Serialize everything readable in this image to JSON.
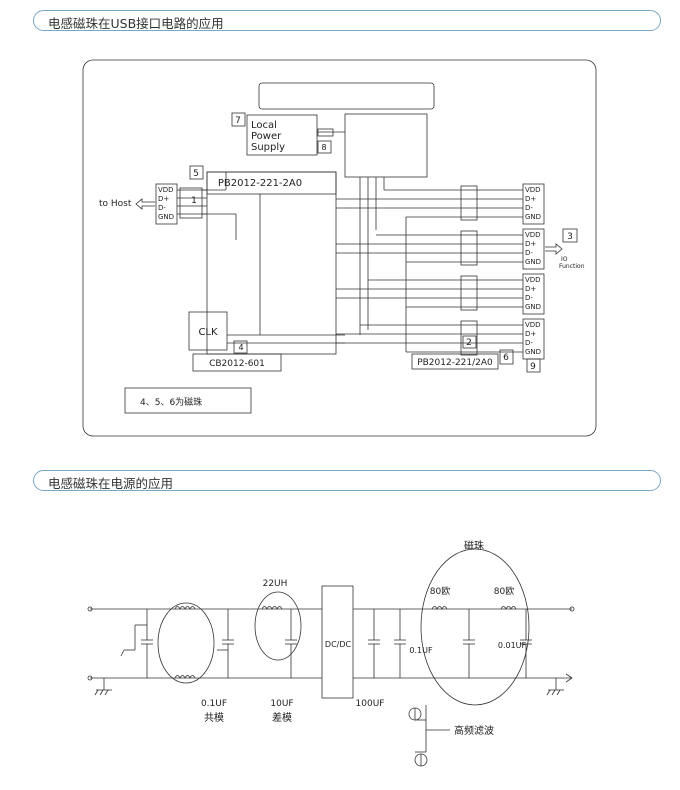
{
  "section1": {
    "title": "电感磁珠在USB接口电路的应用",
    "labels": {
      "num7": "7",
      "local1": "Local",
      "local2": "Power",
      "local3": "Supply",
      "num8": "8",
      "num5": "5",
      "chip": "PB2012-221-2A0",
      "num1": "1",
      "host": "to Host",
      "clk": "CLK",
      "num4": "4",
      "cb": "CB2012-601",
      "num2": "2",
      "pb221": "PB2012-221/2A0",
      "num6": "6",
      "num9": "9",
      "num3": "3",
      "io1": "IO",
      "io2": "Function",
      "note": "4、5、6为磁珠"
    },
    "port_pins": [
      "VDD",
      "D+",
      "D-",
      "GND"
    ]
  },
  "section2": {
    "title": "电感磁珠在电源的应用",
    "labels": {
      "uh22": "22UH",
      "cizhu": "磁珠",
      "ohm80a": "80欧",
      "ohm80b": "80欧",
      "dcdc": "DC/DC",
      "c01a": "0.1UF",
      "c01b": "0.01UF",
      "c01c": "0.1UF",
      "gongmo": "共模",
      "uf10": "10UF",
      "chamo": "差模",
      "uf100": "100UF",
      "gaopin": "高频滤波"
    }
  }
}
